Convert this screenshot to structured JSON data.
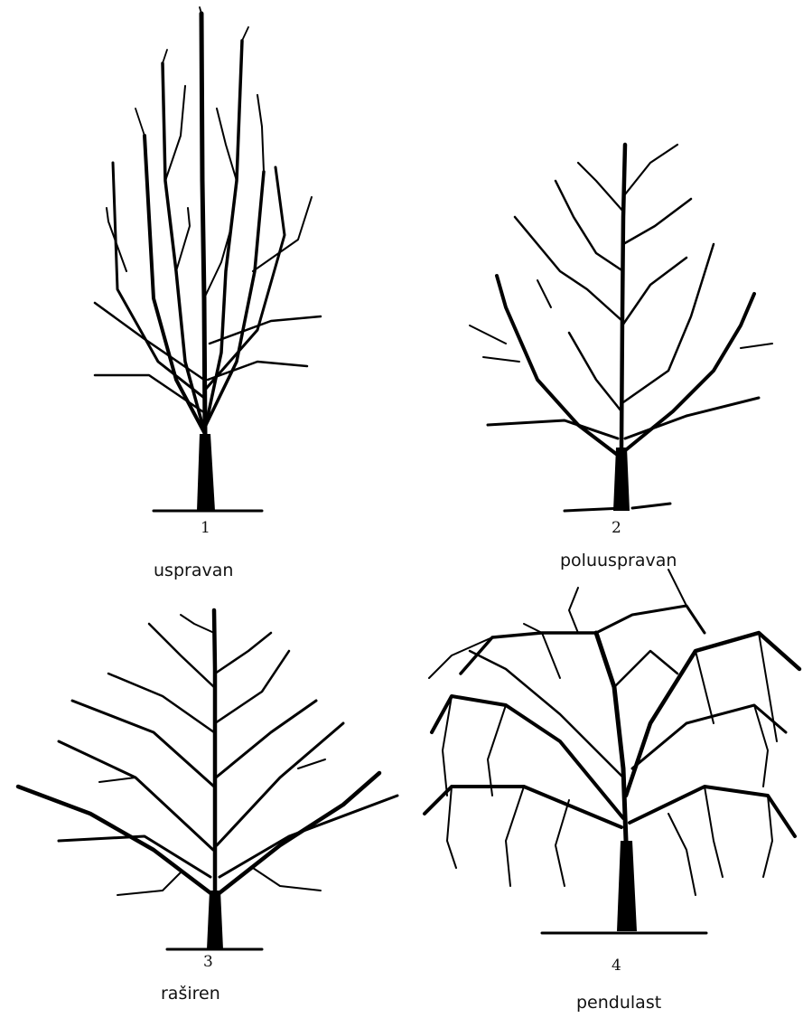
{
  "figure": {
    "colors": {
      "ink": "#000000",
      "background": "#ffffff"
    },
    "trees": [
      {
        "number": "1",
        "label": "uspravan"
      },
      {
        "number": "2",
        "label": "poluuspravan"
      },
      {
        "number": "3",
        "label": "raširen"
      },
      {
        "number": "4",
        "label": "pendulast"
      }
    ]
  }
}
